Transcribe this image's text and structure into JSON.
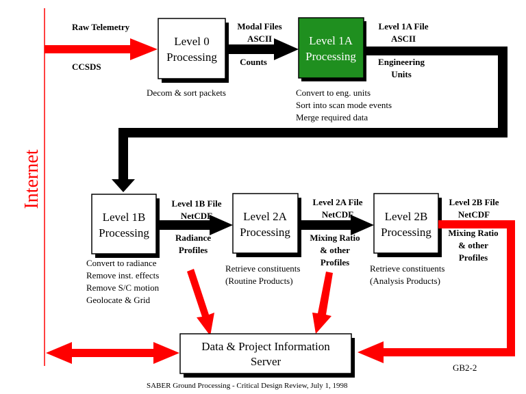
{
  "side_label": "Internet",
  "colors": {
    "red": "#ff0000",
    "black": "#000000",
    "green": "#1f8f1f"
  },
  "input": {
    "label_top": "Raw Telemetry",
    "label_bottom": "CCSDS"
  },
  "boxes": {
    "l0": {
      "line1": "Level 0",
      "line2": "Processing"
    },
    "l1a": {
      "line1": "Level 1A",
      "line2": "Processing"
    },
    "l1b": {
      "line1": "Level 1B",
      "line2": "Processing"
    },
    "l2a": {
      "line1": "Level 2A",
      "line2": "Processing"
    },
    "l2b": {
      "line1": "Level 2B",
      "line2": "Processing"
    },
    "server": {
      "line1": "Data & Project Information",
      "line2": "Server"
    }
  },
  "flows": {
    "l0_l1a": {
      "top1": "Modal Files",
      "top2": "ASCII",
      "bottom1": "Counts"
    },
    "l1a_out": {
      "top1": "Level 1A File",
      "top2": "ASCII",
      "bottom1": "Engineering",
      "bottom2": "Units"
    },
    "l1b_l2a": {
      "top1": "Level 1B File",
      "top2": "NetCDF",
      "bottom1": "Radiance",
      "bottom2": "Profiles"
    },
    "l2a_l2b": {
      "top1": "Level 2A File",
      "top2": "NetCDF",
      "bottom1": "Mixing Ratio",
      "bottom2": "& other",
      "bottom3": "Profiles"
    },
    "l2b_out": {
      "top1": "Level 2B File",
      "top2": "NetCDF",
      "bottom1": "Mixing Ratio",
      "bottom2": "& other",
      "bottom3": "Profiles"
    }
  },
  "notes": {
    "l0": [
      "Decom & sort packets"
    ],
    "l1a": [
      "Convert to eng. units",
      "Sort into scan mode events",
      "Merge required data"
    ],
    "l1b": [
      "Convert to radiance",
      "Remove inst. effects",
      "Remove S/C motion",
      "Geolocate & Grid"
    ],
    "l2a": [
      "Retrieve constituents",
      "(Routine Products)"
    ],
    "l2b": [
      "Retrieve constituents",
      "(Analysis Products)"
    ]
  },
  "ref_code": "GB2-2",
  "footer": "SABER Ground Processing - Critical Design Review, July 1, 1998"
}
